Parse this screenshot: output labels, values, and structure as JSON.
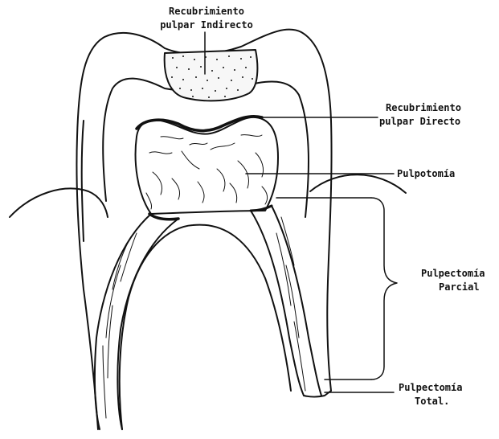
{
  "labels": {
    "indirect_l1": "Recubrimiento",
    "indirect_l2": "pulpar Indirecto",
    "direct_l1": "Recubrimiento",
    "direct_l2": "pulpar Directo",
    "pulpotomy": "Pulpotomía",
    "partial_l1": "Pulpectomía",
    "partial_l2": "Parcial",
    "total_l1": "Pulpectomía",
    "total_l2": "Total."
  },
  "colors": {
    "ink": "#111111",
    "background": "#ffffff"
  }
}
